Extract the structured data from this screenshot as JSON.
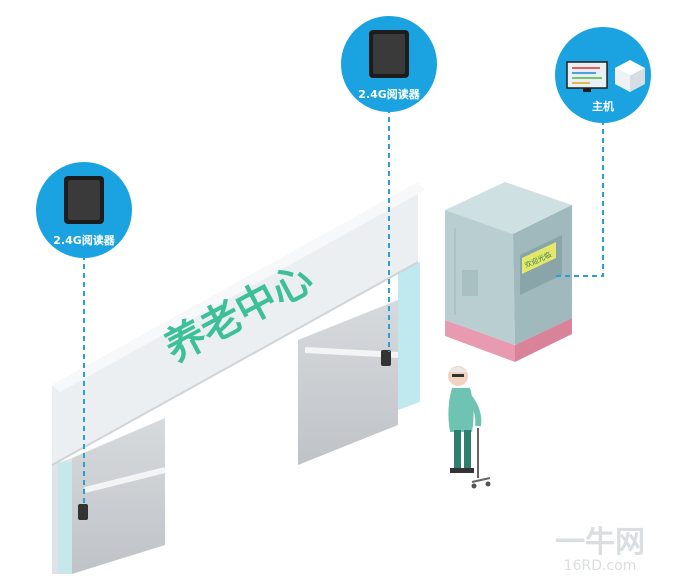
{
  "nodes": {
    "reader_top": {
      "label": "2.4G阅读器",
      "icon": "reader-device-icon"
    },
    "reader_left": {
      "label": "2.4G阅读器",
      "icon": "reader-device-icon"
    },
    "host": {
      "label": "主机",
      "icon": "computer-server-icon"
    }
  },
  "gate": {
    "sign_text": "养老中心"
  },
  "kiosk": {
    "screen_text": "欢迎光临"
  },
  "watermark": {
    "brand": "一牛网",
    "domain": "16RD.com"
  },
  "colors": {
    "circle": "#1aa3e0",
    "link": "#2a9fd6",
    "sign_text": "#3dbf9a",
    "gate": "#e9ecef",
    "kiosk": "#b7cdd0",
    "kiosk_base": "#e89ab0"
  }
}
